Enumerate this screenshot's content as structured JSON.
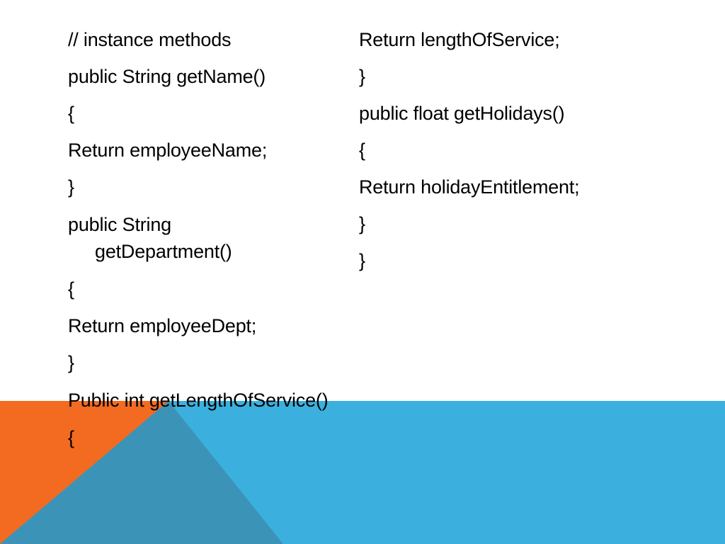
{
  "colors": {
    "background": "#ffffff",
    "accent_orange": "#f26b21",
    "accent_blue": "#3bb0de",
    "overlap_blue": "#3b94b8",
    "text": "#000000"
  },
  "left_column": {
    "lines": [
      "// instance methods",
      "public String getName()",
      "{",
      "Return employeeName;",
      "}",
      "public String getDepartment()",
      "{",
      "Return employeeDept;",
      "}",
      "Public int getLengthOfService()",
      "{"
    ]
  },
  "right_column": {
    "lines": [
      "Return lengthOfService;",
      "}",
      "public float getHolidays()",
      "{",
      "Return holidayEntitlement;",
      "}",
      "}"
    ]
  }
}
